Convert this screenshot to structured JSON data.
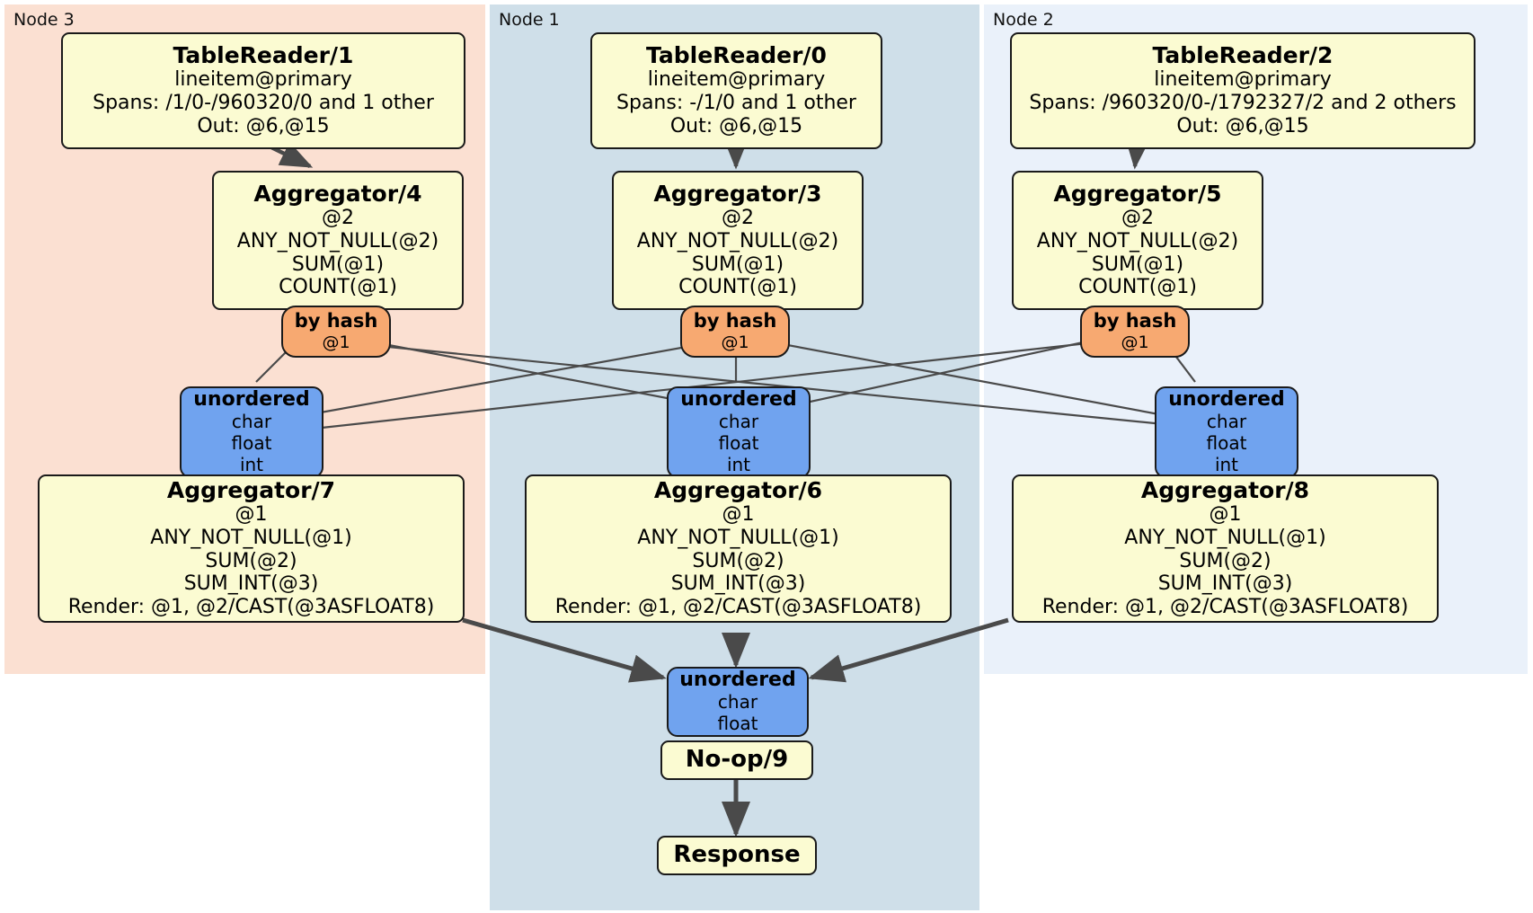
{
  "diagram": {
    "type": "distributed-query-plan",
    "panels": [
      {
        "id": "node3",
        "label": "Node 3",
        "color": "#fbe0d2"
      },
      {
        "id": "node1",
        "label": "Node 1",
        "color": "#cfdfe9"
      },
      {
        "id": "node2",
        "label": "Node 2",
        "color": "#eaf1fa"
      }
    ],
    "nodes": {
      "table_reader_1": {
        "title": "TableReader/1",
        "lines": [
          "lineitem@primary",
          "Spans: /1/0-/960320/0 and 1 other",
          "Out: @6,@15"
        ]
      },
      "table_reader_0": {
        "title": "TableReader/0",
        "lines": [
          "lineitem@primary",
          "Spans: -/1/0 and 1 other",
          "Out: @6,@15"
        ]
      },
      "table_reader_2": {
        "title": "TableReader/2",
        "lines": [
          "lineitem@primary",
          "Spans: /960320/0-/1792327/2 and 2 others",
          "Out: @6,@15"
        ]
      },
      "aggregator_4": {
        "title": "Aggregator/4",
        "lines": [
          "@2",
          "ANY_NOT_NULL(@2)",
          "SUM(@1)",
          "COUNT(@1)"
        ]
      },
      "aggregator_3": {
        "title": "Aggregator/3",
        "lines": [
          "@2",
          "ANY_NOT_NULL(@2)",
          "SUM(@1)",
          "COUNT(@1)"
        ]
      },
      "aggregator_5": {
        "title": "Aggregator/5",
        "lines": [
          "@2",
          "ANY_NOT_NULL(@2)",
          "SUM(@1)",
          "COUNT(@1)"
        ]
      },
      "router_4": {
        "title": "by hash",
        "lines": [
          "@1"
        ]
      },
      "router_3": {
        "title": "by hash",
        "lines": [
          "@1"
        ]
      },
      "router_5": {
        "title": "by hash",
        "lines": [
          "@1"
        ]
      },
      "sync_7": {
        "title": "unordered",
        "lines": [
          "char",
          "float",
          "int"
        ]
      },
      "sync_6": {
        "title": "unordered",
        "lines": [
          "char",
          "float",
          "int"
        ]
      },
      "sync_8": {
        "title": "unordered",
        "lines": [
          "char",
          "float",
          "int"
        ]
      },
      "aggregator_7": {
        "title": "Aggregator/7",
        "lines": [
          "@1",
          "ANY_NOT_NULL(@1)",
          "SUM(@2)",
          "SUM_INT(@3)",
          "Render: @1, @2/CAST(@3ASFLOAT8)"
        ]
      },
      "aggregator_6": {
        "title": "Aggregator/6",
        "lines": [
          "@1",
          "ANY_NOT_NULL(@1)",
          "SUM(@2)",
          "SUM_INT(@3)",
          "Render: @1, @2/CAST(@3ASFLOAT8)"
        ]
      },
      "aggregator_8": {
        "title": "Aggregator/8",
        "lines": [
          "@1",
          "ANY_NOT_NULL(@1)",
          "SUM(@2)",
          "SUM_INT(@3)",
          "Render: @1, @2/CAST(@3ASFLOAT8)"
        ]
      },
      "sync_final": {
        "title": "unordered",
        "lines": [
          "char",
          "float"
        ]
      },
      "noop_9": {
        "title": "No-op/9",
        "lines": []
      },
      "response": {
        "title": "Response",
        "lines": []
      }
    },
    "colors": {
      "processor_fill": "#fbfbd2",
      "router_fill": "#f7a971",
      "stream_fill": "#70a3ef",
      "node3_fill": "#fbe0d2",
      "node1_fill": "#cfdfe9",
      "node2_fill": "#eaf1fa",
      "edge": "#4a4a4a",
      "border": "#1a1a1a"
    }
  }
}
